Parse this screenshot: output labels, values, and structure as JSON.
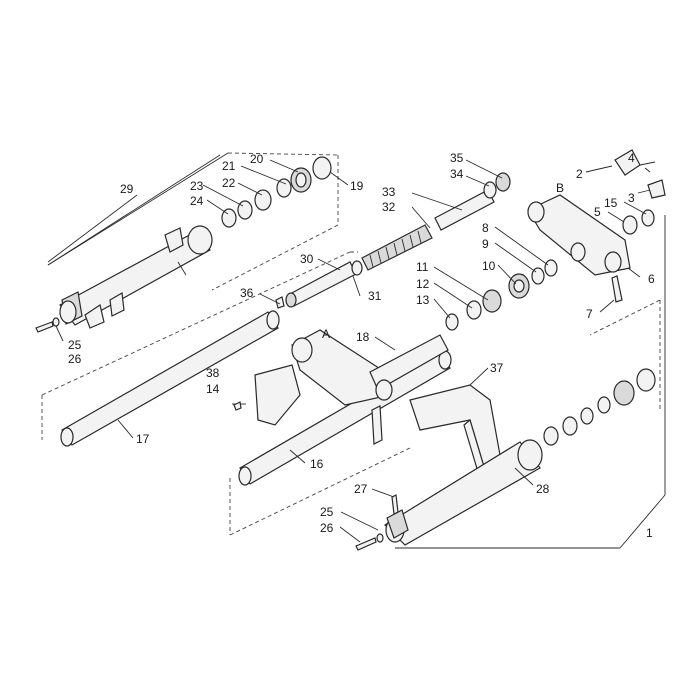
{
  "diagram": {
    "labels": [
      {
        "id": "l1",
        "text": "1"
      },
      {
        "id": "l2",
        "text": "2"
      },
      {
        "id": "l3",
        "text": "3"
      },
      {
        "id": "l4",
        "text": "4"
      },
      {
        "id": "l5",
        "text": "5"
      },
      {
        "id": "l6",
        "text": "6"
      },
      {
        "id": "l7",
        "text": "7"
      },
      {
        "id": "l8",
        "text": "8"
      },
      {
        "id": "l9",
        "text": "9"
      },
      {
        "id": "l10",
        "text": "10"
      },
      {
        "id": "l11",
        "text": "11"
      },
      {
        "id": "l12",
        "text": "12"
      },
      {
        "id": "l13",
        "text": "13"
      },
      {
        "id": "l14",
        "text": "14"
      },
      {
        "id": "l15",
        "text": "15"
      },
      {
        "id": "l16",
        "text": "16"
      },
      {
        "id": "l17",
        "text": "17"
      },
      {
        "id": "l18",
        "text": "18"
      },
      {
        "id": "l19",
        "text": "19"
      },
      {
        "id": "l20",
        "text": "20"
      },
      {
        "id": "l21",
        "text": "21"
      },
      {
        "id": "l22",
        "text": "22"
      },
      {
        "id": "l23",
        "text": "23"
      },
      {
        "id": "l24",
        "text": "24"
      },
      {
        "id": "l25a",
        "text": "25"
      },
      {
        "id": "l26a",
        "text": "26"
      },
      {
        "id": "l25b",
        "text": "25"
      },
      {
        "id": "l26b",
        "text": "26"
      },
      {
        "id": "l27",
        "text": "27"
      },
      {
        "id": "l28",
        "text": "28"
      },
      {
        "id": "l29",
        "text": "29"
      },
      {
        "id": "l30",
        "text": "30"
      },
      {
        "id": "l31",
        "text": "31"
      },
      {
        "id": "l32",
        "text": "32"
      },
      {
        "id": "l33",
        "text": "33"
      },
      {
        "id": "l34",
        "text": "34"
      },
      {
        "id": "l35",
        "text": "35"
      },
      {
        "id": "l36",
        "text": "36"
      },
      {
        "id": "l37",
        "text": "37"
      },
      {
        "id": "l38",
        "text": "38"
      },
      {
        "id": "lA",
        "text": "A"
      },
      {
        "id": "lB",
        "text": "B"
      }
    ]
  }
}
